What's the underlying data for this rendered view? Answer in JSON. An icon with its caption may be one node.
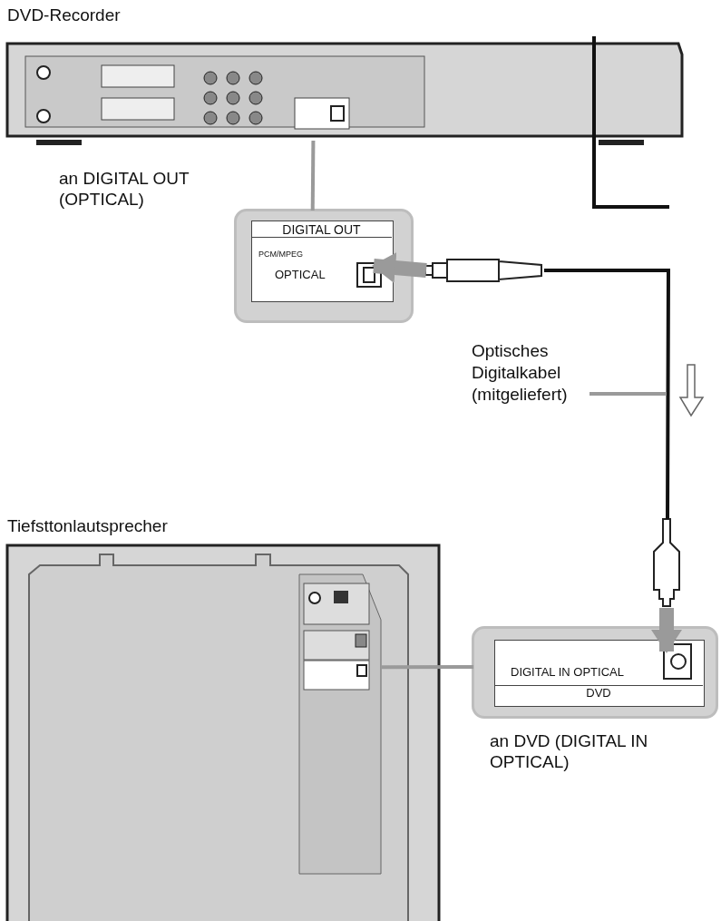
{
  "diagram": {
    "nodes": [
      {
        "text": [
          "DVD-Recorder"
        ]
      },
      {
        "text": [
          "DIGITAL OUT",
          "PCM/MPEG",
          "OPTICAL"
        ],
        "beside": [
          "an DIGITAL OUT (OPTICAL)"
        ]
      },
      {
        "text": [],
        "shape": "plug"
      },
      {
        "text": [
          "Optisches Digitalkabel (mitgeliefert)"
        ]
      },
      {
        "text": [],
        "shape": "plug"
      },
      {
        "text": [
          "Tiefsttonlautsprecher"
        ]
      },
      {
        "text": [
          "DIGITAL IN OPTICAL",
          "DVD"
        ],
        "beside": [
          "an DVD (DIGITAL IN OPTICAL)"
        ]
      }
    ],
    "edges": [
      {
        "from": 0,
        "to": 1,
        "arrow": "none"
      },
      {
        "from": 2,
        "to": 1,
        "arrow": "to",
        "style": "thick"
      },
      {
        "from": 2,
        "to": 4,
        "arrow": "none",
        "color": "#111111"
      },
      {
        "from": 3,
        "to": null,
        "arrow": "none"
      },
      {
        "from": 4,
        "to": 6,
        "arrow": "to",
        "style": "thick"
      },
      {
        "from": 5,
        "to": 6,
        "arrow": "none"
      }
    ]
  }
}
